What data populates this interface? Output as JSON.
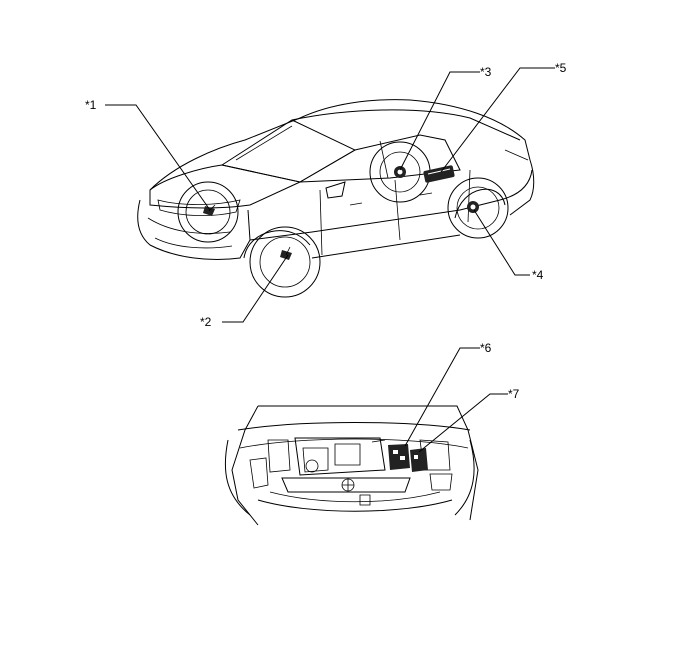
{
  "callouts": {
    "c1": "*1",
    "c2": "*2",
    "c3": "*3",
    "c4": "*4",
    "c5": "*5",
    "c6": "*6",
    "c7": "*7"
  },
  "icons": {
    "car": "sedan-line-drawing",
    "engine_bay": "open-hood-engine-bay-drawing"
  }
}
